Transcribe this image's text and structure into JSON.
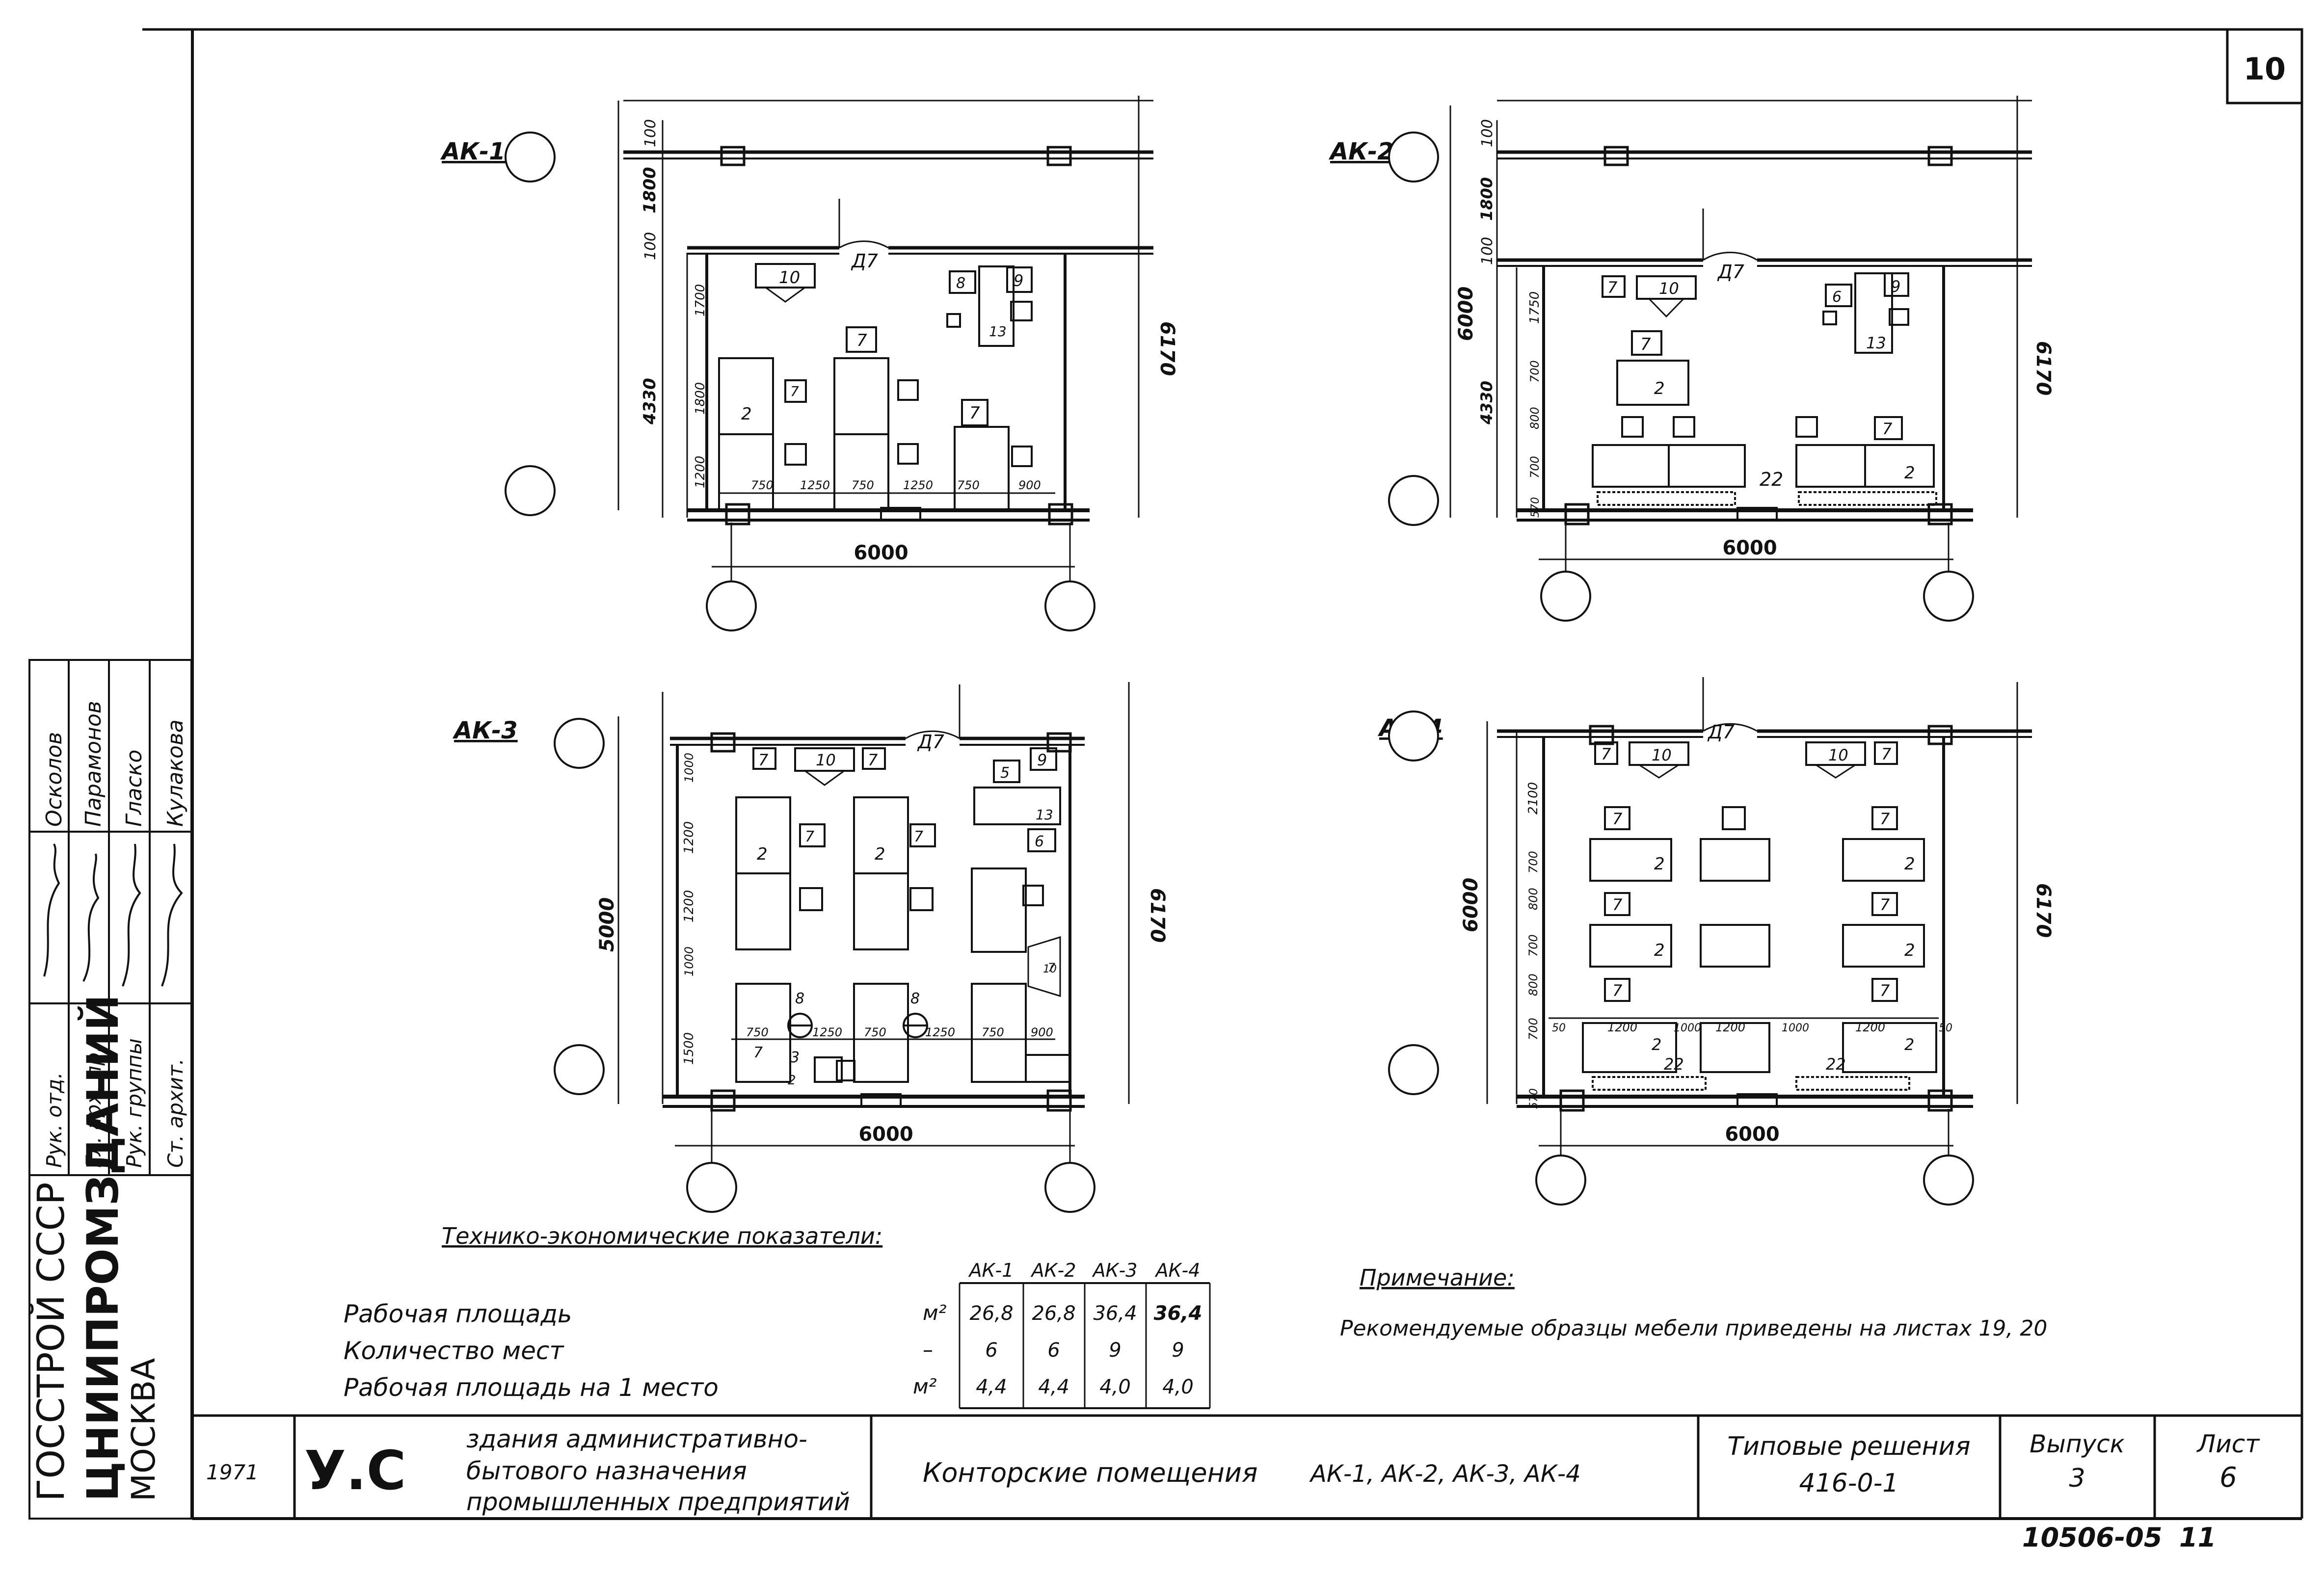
{
  "sheet": {
    "number_box": "10",
    "doc_number": "10506-05",
    "doc_page": "11"
  },
  "plans": [
    {
      "key": "ak1",
      "label": "АК-1",
      "door": "Д7",
      "width_dim": "6000",
      "depth_dim": "6170",
      "top_dims": [
        "100",
        "1800",
        "100"
      ],
      "left_dims": [
        "1700",
        "1800",
        "1200"
      ],
      "interior_total": "4330",
      "bottom_dims": [
        "750",
        "1250",
        "750",
        "1250",
        "750",
        "900"
      ],
      "items": [
        "10",
        "8",
        "9",
        "7",
        "7",
        "2",
        "7",
        "13"
      ]
    },
    {
      "key": "ak2",
      "label": "АК-2",
      "door": "Д7",
      "width_dim": "6000",
      "depth_dim": "6170",
      "top_dims": [
        "100",
        "1800",
        "100"
      ],
      "outer_dim": "6000",
      "interior_total": "4330",
      "left_dims": [
        "1750",
        "700",
        "800",
        "700",
        "570"
      ],
      "items": [
        "7",
        "10",
        "6",
        "9",
        "7",
        "2",
        "7",
        "13",
        "22",
        "2"
      ]
    },
    {
      "key": "ak3",
      "label": "АК-3",
      "door": "Д7",
      "width_dim": "6000",
      "depth_dim": "6170",
      "outer_dim": "5000",
      "left_dims": [
        "1000",
        "1200",
        "1200",
        "1000",
        "1500"
      ],
      "bottom_dims": [
        "750",
        "1250",
        "750",
        "1250",
        "750",
        "900"
      ],
      "items": [
        "7",
        "10",
        "7",
        "5",
        "9",
        "13",
        "6",
        "7",
        "2",
        "7",
        "2",
        "7",
        "10",
        "8",
        "8",
        "7",
        "3",
        "2"
      ]
    },
    {
      "key": "ak4",
      "label": "АК-4",
      "door": "Д7",
      "width_dim": "6000",
      "depth_dim": "6170",
      "outer_dim": "6000",
      "left_dims": [
        "2100",
        "700",
        "800",
        "700",
        "800",
        "700",
        "570"
      ],
      "bottom_dims": [
        "50",
        "1200",
        "1000",
        "1200",
        "1000",
        "1200",
        "50"
      ],
      "items": [
        "7",
        "10",
        "10",
        "7",
        "7",
        "7",
        "2",
        "2",
        "7",
        "7",
        "2",
        "2",
        "7",
        "7",
        "2",
        "22",
        "22",
        "2"
      ]
    }
  ],
  "indicators": {
    "title": "Технико-экономические показатели:",
    "columns": [
      "АК-1",
      "АК-2",
      "АК-3",
      "АК-4"
    ],
    "rows": [
      {
        "name": "Рабочая площадь",
        "unit": "м²",
        "values": [
          "26,8",
          "26,8",
          "36,4",
          "36,4"
        ]
      },
      {
        "name": "Количество мест",
        "unit": "–",
        "values": [
          "6",
          "6",
          "9",
          "9"
        ]
      },
      {
        "name": "Рабочая площадь на 1 место",
        "unit": "м²",
        "values": [
          "4,4",
          "4,4",
          "4,0",
          "4,0"
        ]
      }
    ]
  },
  "note": {
    "title": "Примечание:",
    "text": "Рекомендуемые образцы мебели приведены на листах 19, 20"
  },
  "side_stamp": {
    "org_line1": "ГОССТРОЙ СССР",
    "org_line2": "ЦНИИПРОМЗДАНИЙ",
    "org_line3": "МОСКВА",
    "roles": [
      "Рук. отд.",
      "Гл. арх. пр.",
      "Рук. группы",
      "Ст. архит."
    ],
    "names": [
      "Осколов",
      "Парамонов",
      "Гласко",
      "Кулакова"
    ]
  },
  "title_block": {
    "year": "1971",
    "series_mark": "У.С",
    "subject": [
      "здания административно-",
      "бытового назначения",
      "промышленных предприятий"
    ],
    "title_prefix": "Конторские помещения",
    "title_codes": "АК-1, АК-2, АК-3, АК-4",
    "typ_label": "Типовые решения",
    "typ_value": "416-0-1",
    "issue_label": "Выпуск",
    "issue_value": "3",
    "sheet_label": "Лист",
    "sheet_value": "6"
  }
}
